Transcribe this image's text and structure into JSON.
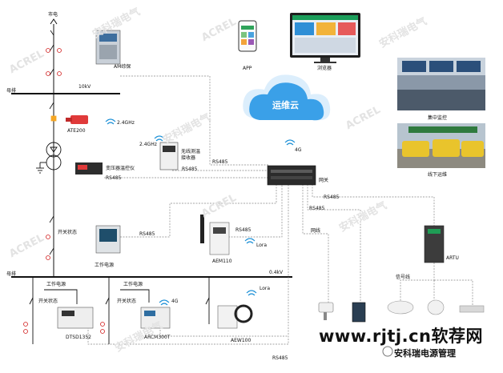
{
  "watermark": {
    "brand_en": "ACREL",
    "brand_cn": "安科瑞电气"
  },
  "labels": {
    "grid_source": "市电",
    "am_protection": "AM综保",
    "bus_left_top": "母排",
    "kv10": "10kV",
    "ate200": "ATE200",
    "freq_24a": "2.4GHz",
    "freq_24b": "2.4GHz",
    "wireless_receiver_l1": "无线测温",
    "wireless_receiver_l2": "接收器",
    "transformer_controller": "变压器温控仪",
    "rs485_a": "RS485",
    "rs485_b": "RS485",
    "rs485_c": "RS485",
    "rs485_d": "RS485",
    "rs485_e": "RS485",
    "rs485_f": "RS485",
    "rs485_g": "RS485",
    "rs485_h": "RS485",
    "switch_state_a": "开关状态",
    "switch_state_b": "开关状态",
    "switch_state_c": "开关状态",
    "work_power_a": "工作电源",
    "work_power_b": "工作电源",
    "work_power_c": "工作电源",
    "aem110": "AEM110",
    "lora_a": "Lora",
    "lora_b": "Lora",
    "kv04": "0.4kV",
    "bus_left_bottom": "母排",
    "gateway": "网关",
    "net_line": "网线",
    "signal_line": "信号线",
    "artu": "ARTU",
    "g4_a": "4G",
    "g4_b": "4G",
    "dtsd": "DTSD1352",
    "arcm": "ARCM300T",
    "aew100": "AEW100",
    "app": "APP",
    "browser": "浏览器",
    "cloud": "运维云",
    "central_monitor": "集中监控",
    "offline_ops": "线下运维"
  },
  "footer": {
    "url": "www.rjtj.cn软荐网",
    "brand": "安科瑞电源管理"
  },
  "colors": {
    "accent_blue": "#1a8fd6",
    "alarm_red": "#d21f1f",
    "cloud_blue": "#3aa0e8",
    "bus_black": "#111111"
  }
}
